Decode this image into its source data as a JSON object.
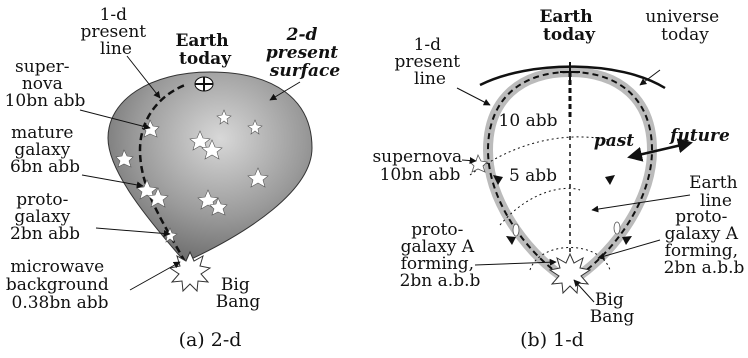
{
  "panel_a": {
    "caption": "(a) 2-d",
    "earth_today": [
      "Earth",
      "today"
    ],
    "present_line_1d": [
      "1-d",
      "present",
      "line"
    ],
    "present_surface_2d": [
      "2-d",
      "present",
      "surface"
    ],
    "supernova": [
      "super-",
      "nova",
      "10bn abb"
    ],
    "mature_galaxy": [
      "mature",
      "galaxy",
      "6bn abb"
    ],
    "proto_galaxy": [
      "proto-",
      "galaxy",
      "2bn abb"
    ],
    "microwave": [
      "microwave",
      "background",
      "0.38bn abb"
    ],
    "big_bang": [
      "Big",
      "Bang"
    ]
  },
  "panel_b": {
    "caption": "(b) 1-d",
    "earth_today": [
      "Earth",
      "today"
    ],
    "universe_today": [
      "universe",
      "today"
    ],
    "present_line_1d": [
      "1-d",
      "present",
      "line"
    ],
    "supernova": [
      "supernova",
      "10bn abb"
    ],
    "abb_10": "10 abb",
    "abb_5": "5 abb",
    "past": "past",
    "future": "future",
    "earth_line": [
      "Earth",
      "line"
    ],
    "proto_left": [
      "proto-",
      "galaxy A",
      "forming,",
      "2bn a.b.b"
    ],
    "proto_right": [
      "proto-",
      "galaxy A",
      "forming,",
      "2bn a.b.b"
    ],
    "big_bang": [
      "Big",
      "Bang"
    ]
  }
}
